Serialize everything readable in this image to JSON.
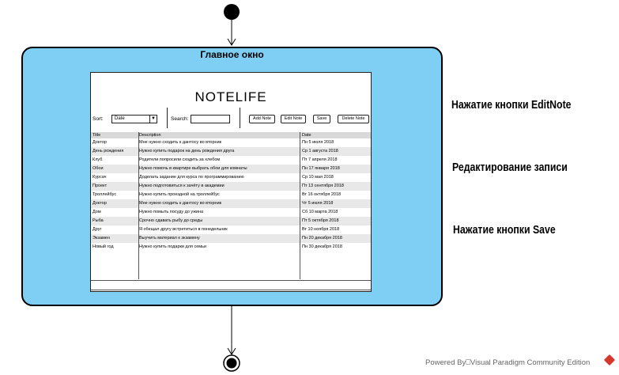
{
  "state": {
    "title": "Главное окно"
  },
  "app": {
    "title": "NOTELIFE",
    "sort_label": "Sort:",
    "sort_value": "Date",
    "search_label": "Search:",
    "buttons": {
      "add": "Add Note",
      "edit": "Edit Note",
      "save": "Save",
      "delete": "Delete Note"
    },
    "table": {
      "headers": [
        "Title",
        "Description",
        "Date"
      ],
      "rows": [
        [
          "Доктор",
          "Мне нужно сходить к дантосу во вторник",
          "Пн 5 июля 2018"
        ],
        [
          "День рождения",
          "Нужно купить подарок на день рождения друга",
          "Ср 1 августа 2018"
        ],
        [
          "Клуб",
          "Родители попросили сходить за хлебом",
          "Пт 7 апреля 2018"
        ],
        [
          "Обои",
          "Нужно помочь в квартире выбрать обои для комнаты",
          "Пн 17 января 2018"
        ],
        [
          "Курсач",
          "Доделать задание для курса по программированию",
          "Ср 10 мая 2018"
        ],
        [
          "Проект",
          "Нужно подготовиться к зачёту в академии",
          "Пт 13 сентября 2018"
        ],
        [
          "Троллейбус",
          "Нужно купить проездной на троллейбус",
          "Вт 16 октября 2018"
        ],
        [
          "Доктор",
          "Мне нужно сходить к дантосу во вторник",
          "Чт 5 июля 2018"
        ],
        [
          "Дом",
          "Нужно помыть посуду до ужина",
          "Сб 10 марта 2018"
        ],
        [
          "Рыба",
          "Срочно сдавать рыбу до среды",
          "Пт 5 октября 2018"
        ],
        [
          "Друг",
          "Я обещал другу встретиться в понедельник",
          "Вт 10 ноября 2018"
        ],
        [
          "Экзамен",
          "Выучить материал к экзамену",
          "Пн 20 декабря 2018"
        ],
        [
          "Новый год",
          "Нужно купить подарки для семьи",
          "Пн 30 декабря 2018"
        ]
      ]
    }
  },
  "transitions": [
    "Нажатие кнопки EditNote",
    "Редактирование записи",
    "Нажатие кнопки Save"
  ],
  "footer": "Powered By⎕Visual Paradigm Community Edition",
  "colors": {
    "state_fill": "#7ecff3",
    "logo": "#d6372c"
  }
}
